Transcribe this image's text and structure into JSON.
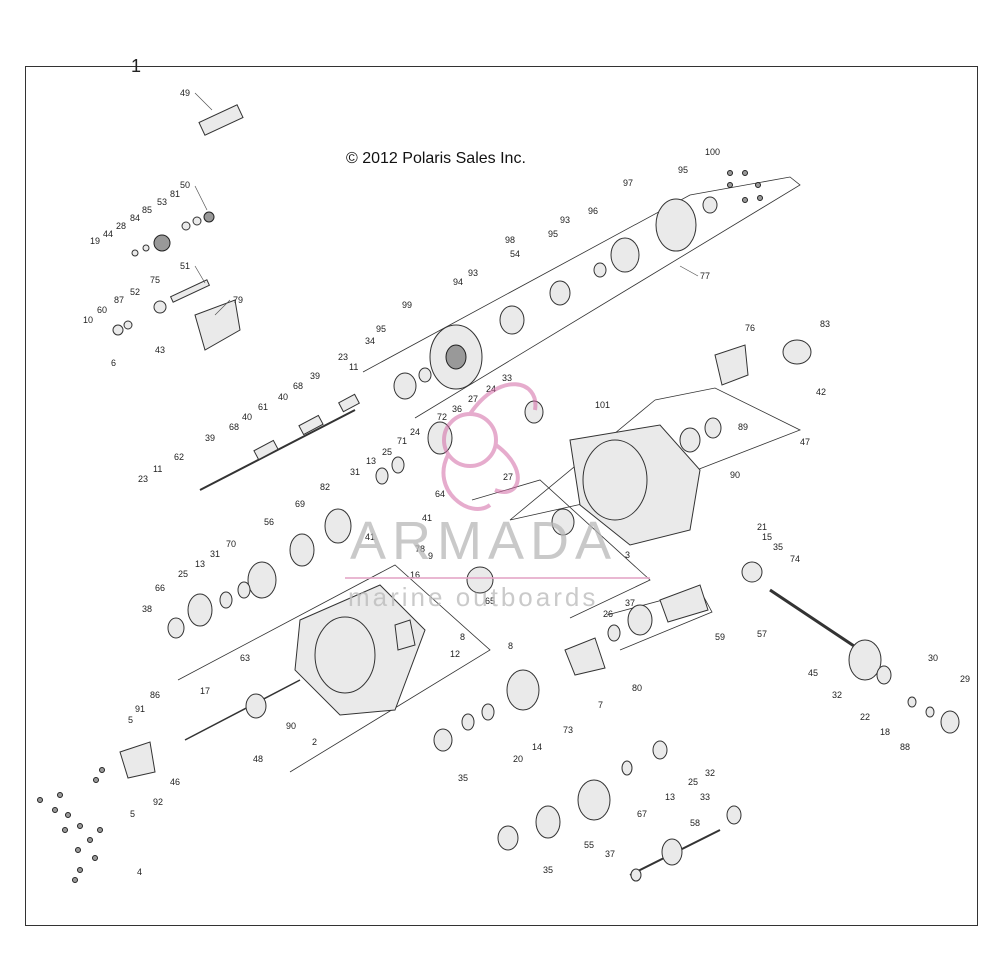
{
  "sheet_number": "1",
  "copyright": "© 2012 Polaris Sales Inc.",
  "watermark": {
    "brand": "ARMADA",
    "tagline": "marine outboards",
    "logo_color": "#d36aa6"
  },
  "callouts": [
    "1",
    "2",
    "4",
    "5",
    "6",
    "7",
    "8",
    "10",
    "11",
    "12",
    "13",
    "14",
    "15",
    "16",
    "17",
    "18",
    "19",
    "20",
    "21",
    "22",
    "23",
    "24",
    "25",
    "26",
    "27",
    "28",
    "29",
    "30",
    "31",
    "32",
    "33",
    "34",
    "35",
    "36",
    "37",
    "38",
    "39",
    "40",
    "41",
    "42",
    "43",
    "44",
    "45",
    "46",
    "47",
    "48",
    "49",
    "50",
    "51",
    "52",
    "53",
    "54",
    "55",
    "56",
    "57",
    "58",
    "59",
    "60",
    "61",
    "62",
    "63",
    "64",
    "65",
    "66",
    "67",
    "68",
    "69",
    "70",
    "71",
    "72",
    "73",
    "74",
    "75",
    "76",
    "77",
    "78",
    "79",
    "80",
    "81",
    "82",
    "83",
    "84",
    "85",
    "86",
    "87",
    "88",
    "89",
    "90",
    "91",
    "92",
    "93",
    "94",
    "95",
    "96",
    "97",
    "98",
    "99",
    "100",
    "101"
  ]
}
